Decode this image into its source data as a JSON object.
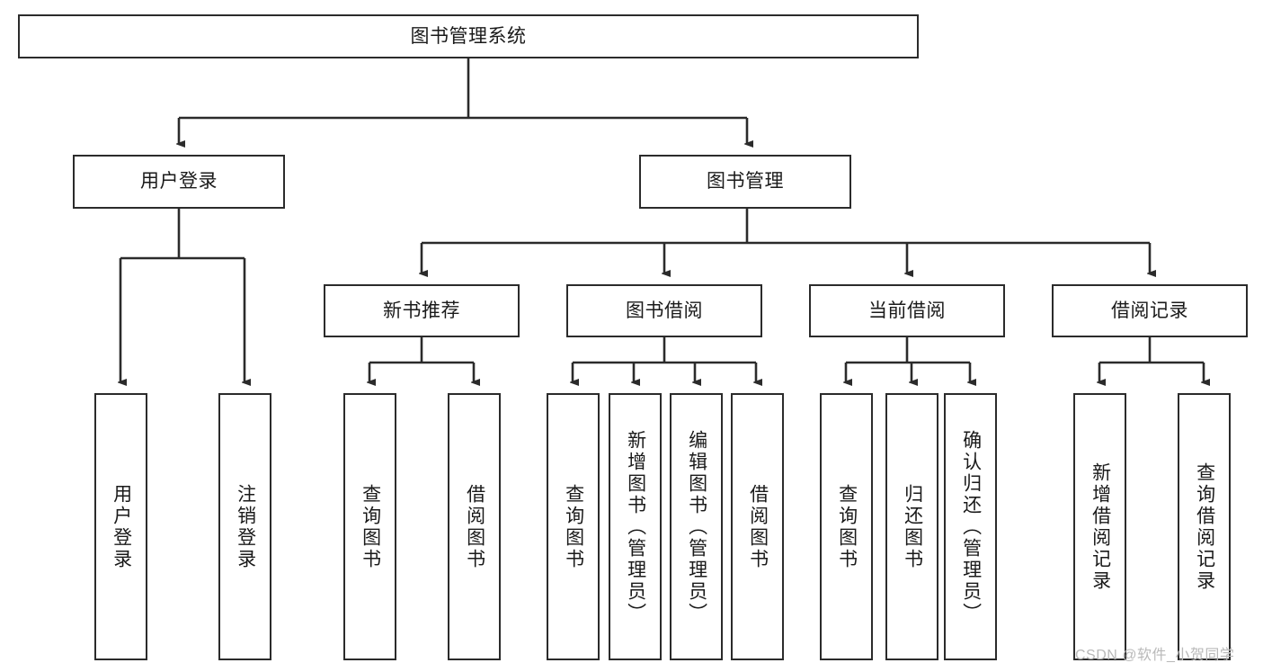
{
  "diagram": {
    "type": "tree",
    "title": "图书管理系统",
    "watermark": "CSDN @软件_小贺同学",
    "colors": {
      "stroke": "#2b2b2b",
      "text": "#1a1a1a",
      "background": "#ffffff",
      "watermark": "#b9b9b9"
    },
    "nodes": {
      "root": {
        "label": "图书管理系统"
      },
      "level1": [
        {
          "id": "user-login",
          "label": "用户登录"
        },
        {
          "id": "book-manage",
          "label": "图书管理"
        }
      ],
      "level2": [
        {
          "id": "new-book-rec",
          "label": "新书推荐"
        },
        {
          "id": "book-borrow",
          "label": "图书借阅"
        },
        {
          "id": "current-borrow",
          "label": "当前借阅"
        },
        {
          "id": "borrow-record",
          "label": "借阅记录"
        }
      ],
      "leaves": [
        {
          "id": "leaf-user-login",
          "label": "用户登录",
          "parent": "user-login"
        },
        {
          "id": "leaf-logout",
          "label": "注销登录",
          "parent": "user-login"
        },
        {
          "id": "leaf-query-book-1",
          "label": "查询图书",
          "parent": "new-book-rec"
        },
        {
          "id": "leaf-borrow-book-1",
          "label": "借阅图书",
          "parent": "new-book-rec"
        },
        {
          "id": "leaf-query-book-2",
          "label": "查询图书",
          "parent": "book-borrow"
        },
        {
          "id": "leaf-add-book",
          "label": "新增图书（管理员）",
          "parent": "book-borrow"
        },
        {
          "id": "leaf-edit-book",
          "label": "编辑图书（管理员）",
          "parent": "book-borrow"
        },
        {
          "id": "leaf-borrow-book-2",
          "label": "借阅图书",
          "parent": "book-borrow"
        },
        {
          "id": "leaf-query-book-3",
          "label": "查询图书",
          "parent": "current-borrow"
        },
        {
          "id": "leaf-return-book",
          "label": "归还图书",
          "parent": "current-borrow"
        },
        {
          "id": "leaf-confirm-return",
          "label": "确认归还（管理员）",
          "parent": "current-borrow"
        },
        {
          "id": "leaf-add-record",
          "label": "新增借阅记录",
          "parent": "borrow-record"
        },
        {
          "id": "leaf-query-record",
          "label": "查询借阅记录",
          "parent": "borrow-record"
        }
      ]
    }
  }
}
